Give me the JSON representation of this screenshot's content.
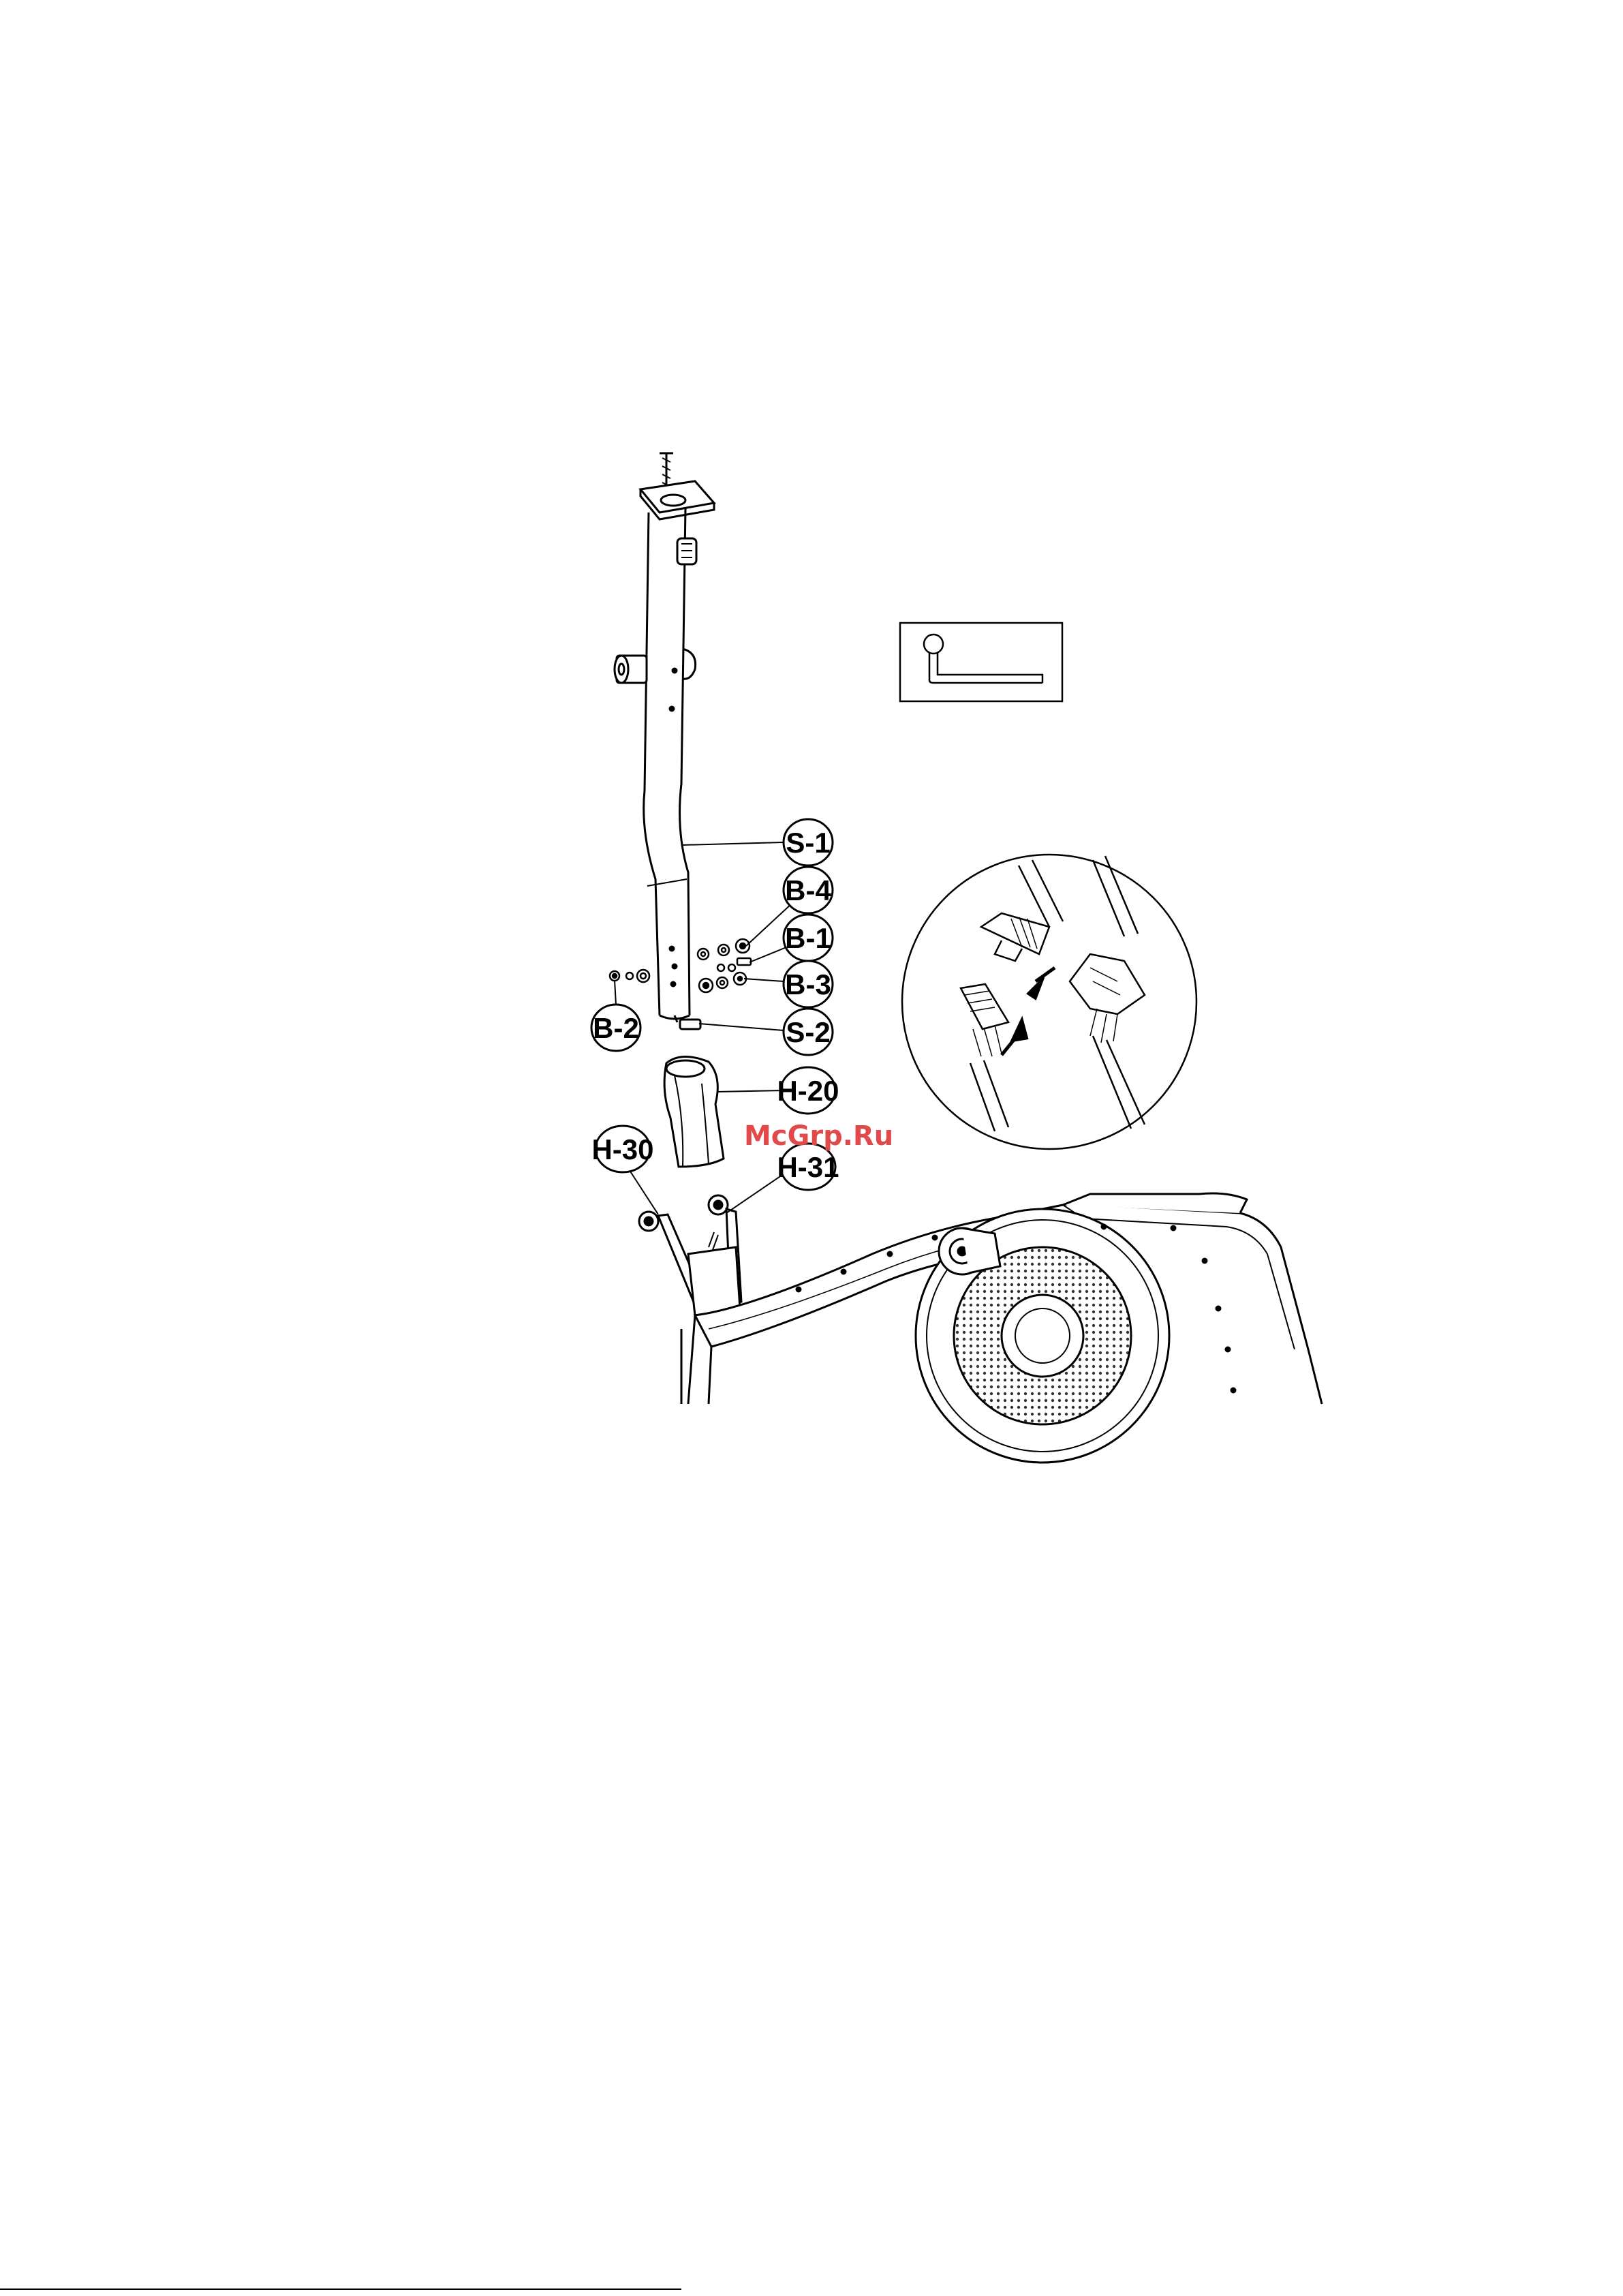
{
  "callouts": {
    "s1": "S-1",
    "b4": "B-4",
    "b1": "B-1",
    "b3": "B-3",
    "b2": "B-2",
    "s2": "S-2",
    "h20": "H-20",
    "h30": "H-30",
    "h31": "H-31"
  },
  "watermark": "McGrp.Ru",
  "icons": {
    "tool": "allen-key-icon",
    "connector": "cable-connector-icon"
  },
  "colors": {
    "line": "#000000",
    "watermark": "#e04a4a"
  }
}
